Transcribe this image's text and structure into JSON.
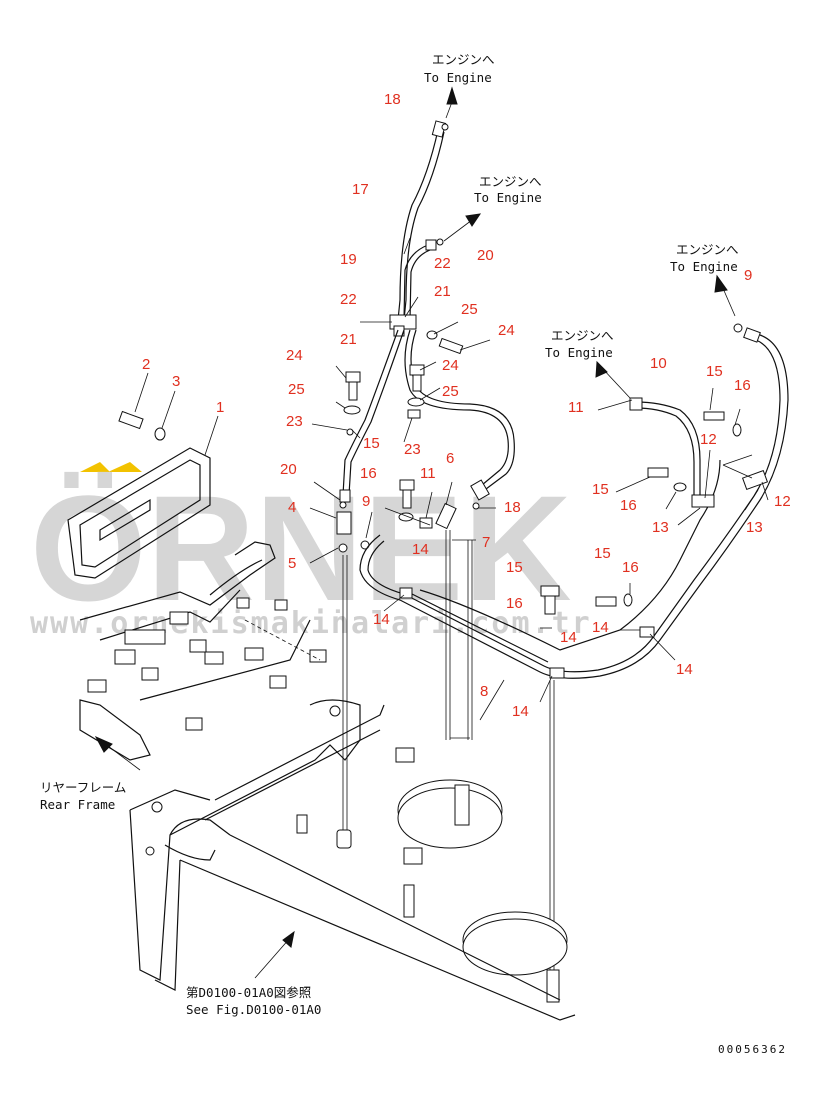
{
  "watermark": {
    "brand": "ÖRNEK",
    "url": "www.orneki̇smaki̇nalari.com.tr",
    "accent_color": "#f2c200"
  },
  "notes": {
    "to_engine_jp": "エンジンへ",
    "to_engine_en": "To Engine",
    "rear_frame_jp": "リヤーフレーム",
    "rear_frame_en": "Rear Frame",
    "see_fig_jp": "第D0100-01A0図参照",
    "see_fig_en": "See Fig.D0100-01A0"
  },
  "drawing_id": "00056362",
  "callout_color": "#e03020",
  "callouts": [
    "18",
    "17",
    "20",
    "22",
    "19",
    "21",
    "22",
    "21",
    "25",
    "24",
    "24",
    "24",
    "25",
    "23",
    "25",
    "23",
    "15",
    "20",
    "16",
    "11",
    "6",
    "18",
    "4",
    "9",
    "14",
    "7",
    "5",
    "14",
    "8",
    "14",
    "15",
    "16",
    "14",
    "9",
    "10",
    "11",
    "15",
    "16",
    "12",
    "15",
    "16",
    "13",
    "12",
    "13",
    "15",
    "16",
    "14",
    "14",
    "2",
    "3",
    "1"
  ]
}
